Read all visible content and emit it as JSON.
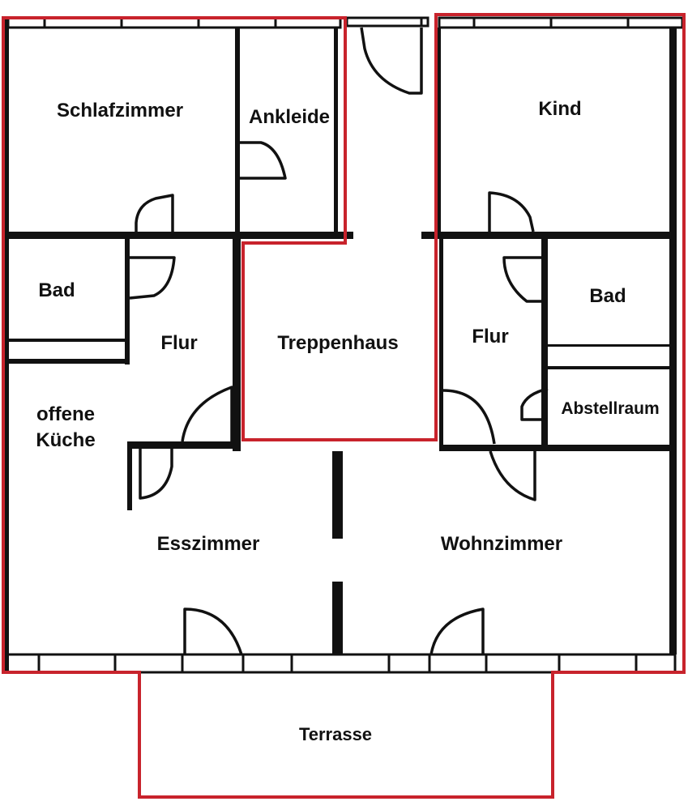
{
  "plan": {
    "outline_color": "#c8232c",
    "wall_color": "#111111",
    "background": "#ffffff",
    "rooms": {
      "schlafzimmer": "Schlafzimmer",
      "ankleide": "Ankleide",
      "kind": "Kind",
      "bad_left": "Bad",
      "flur_left": "Flur",
      "treppenhaus": "Treppenhaus",
      "flur_right": "Flur",
      "bad_right": "Bad",
      "kueche_line1": "offene",
      "kueche_line2": "Küche",
      "abstellraum": "Abstellraum",
      "esszimmer": "Esszimmer",
      "wohnzimmer": "Wohnzimmer",
      "terrasse": "Terrasse"
    }
  }
}
